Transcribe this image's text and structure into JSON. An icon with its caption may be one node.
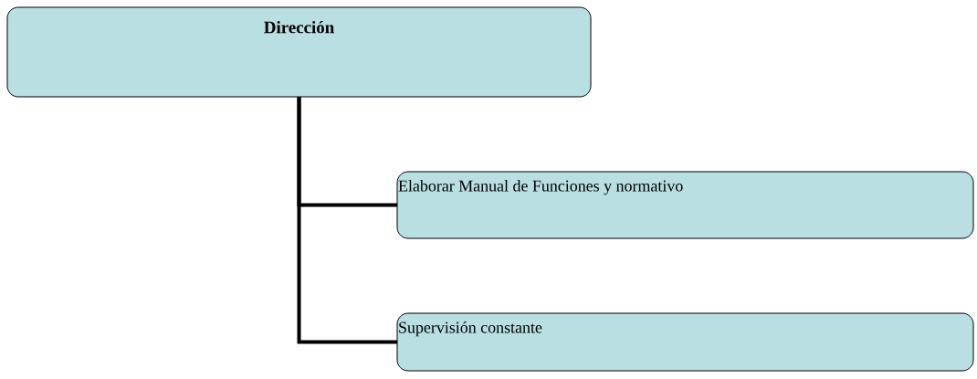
{
  "diagram": {
    "nodes": [
      {
        "text": [
          "Dirección"
        ]
      },
      {
        "text": [
          "Elaborar Manual de Funciones y normativo"
        ]
      },
      {
        "text": [
          "Supervisión constante"
        ]
      }
    ],
    "edges": [
      {
        "from": 0,
        "to": 1,
        "arrow": "none"
      },
      {
        "from": 0,
        "to": 2,
        "arrow": "none"
      }
    ]
  }
}
